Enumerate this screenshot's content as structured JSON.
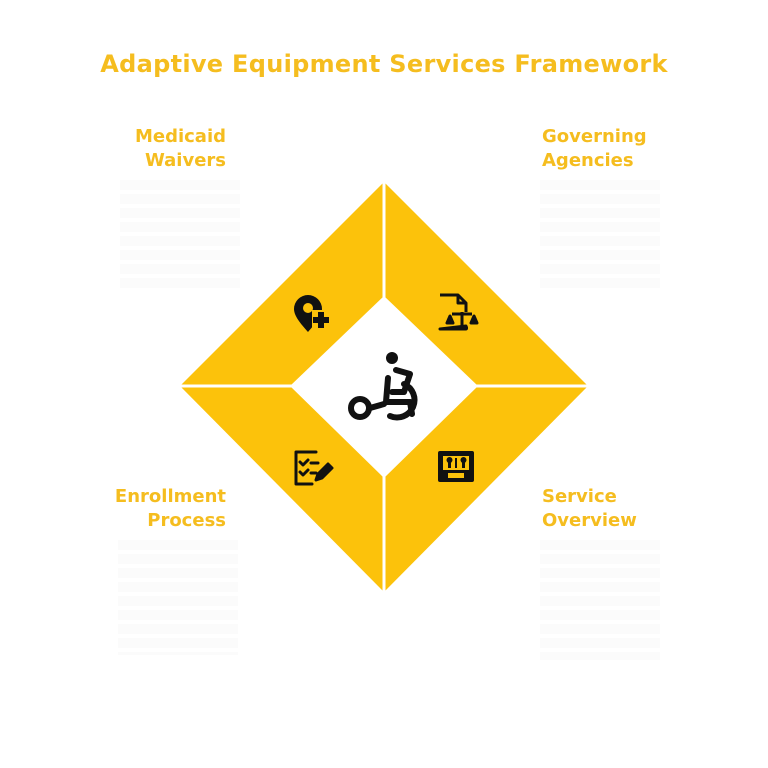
{
  "title": "Adaptive Equipment Services Framework",
  "colors": {
    "accent": "#f5bd1f",
    "quadrant": "#fcc20b",
    "icon": "#111111",
    "background": "#ffffff"
  },
  "quadrants": [
    {
      "label_line1": "Medicaid",
      "label_line2": "Waivers",
      "icon": "location-plus-icon"
    },
    {
      "label_line1": "Governing",
      "label_line2": "Agencies",
      "icon": "legal-document-scales-icon"
    },
    {
      "label_line1": "Enrollment",
      "label_line2": "Process",
      "icon": "checklist-edit-icon"
    },
    {
      "label_line1": "Service",
      "label_line2": "Overview",
      "icon": "toolbox-icon"
    }
  ],
  "center_icon": "wheelchair-icon"
}
